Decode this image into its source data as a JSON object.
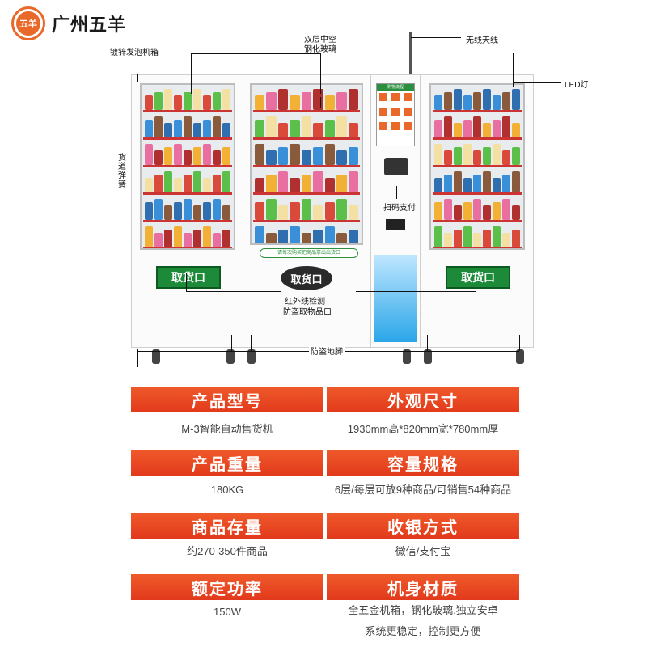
{
  "brand": {
    "logo_text": "五羊",
    "name": "广州五羊"
  },
  "callouts": {
    "cabinet": "镀锌发泡机箱",
    "glass_line1": "双层中空",
    "glass_line2": "钢化玻璃",
    "antenna": "无线天线",
    "led": "LED灯",
    "spring": "货道弹簧",
    "scan_pay": "扫码支付",
    "infrared": "红外线检测",
    "anti_theft_port": "防盗取物品口",
    "anti_theft_feet": "防盗地脚"
  },
  "machine": {
    "pickup_label": "取货口",
    "center_notice": "请每次购买把商品拿出出货口",
    "screen_header": "购物流程"
  },
  "colors": {
    "accent": "#e8692a",
    "header_red": "#e23a1c",
    "sign_green": "#1d8a3a"
  },
  "specs": [
    {
      "label": "产品型号",
      "value": "M-3智能自动售货机"
    },
    {
      "label": "外观尺寸",
      "value": "1930mm高*820mm宽*780mm厚"
    },
    {
      "label": "产品重量",
      "value": "180KG"
    },
    {
      "label": "容量规格",
      "value": "6层/每层可放9种商品/可销售54种商品"
    },
    {
      "label": "商品存量",
      "value": "约270-350件商品"
    },
    {
      "label": "收银方式",
      "value": "微信/支付宝"
    },
    {
      "label": "额定功率",
      "value": "150W"
    },
    {
      "label": "机身材质",
      "value": "全五金机箱，钢化玻璃,独立安卓",
      "value2": "系统更稳定，控制更方便"
    }
  ]
}
